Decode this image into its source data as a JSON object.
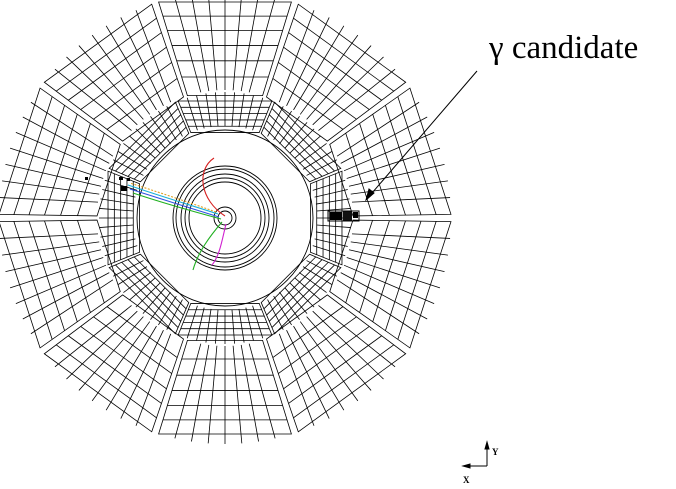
{
  "annotation": {
    "text": "γ candidate"
  },
  "axes": {
    "x_label": "X",
    "y_label": "Y"
  },
  "detector": {
    "calorimeter_sectors": 10,
    "subdivisions": {
      "radial": 6,
      "angular": 8
    },
    "inner_sectors": 8,
    "inner_ring_count": 8
  },
  "colors": {
    "grid": "#000000",
    "track_red": "#d62020",
    "track_green": "#20b020",
    "track_magenta": "#d020d0",
    "track_cyan": "#1ab0d8",
    "track_orange": "#e0a020",
    "track_blue": "#3050e0"
  }
}
